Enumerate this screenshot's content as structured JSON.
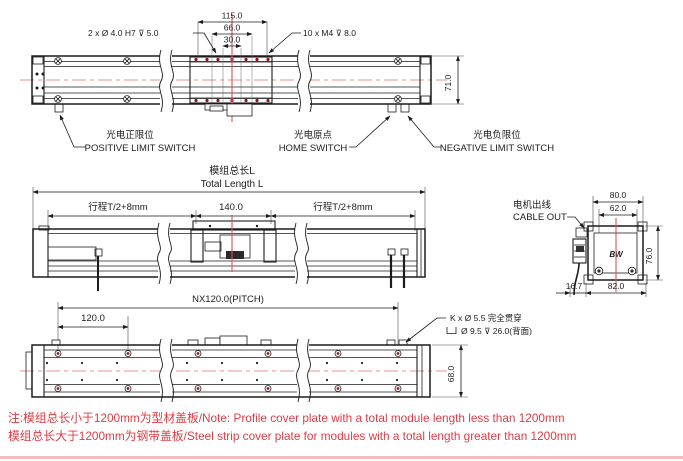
{
  "colors": {
    "line": "#1c1c1c",
    "centerline": "#ef9090",
    "accent_red": "#e05252",
    "hole_red": "#8f1616",
    "note_red": "#e23b43",
    "border_pink": "#f4bcc0"
  },
  "top_view": {
    "dim_115": "115.0",
    "dim_66": "66.0",
    "dim_30": "30.0",
    "dim_71": "71.0",
    "callout_dowel": "2 x  Ø 4.0 H7   ⊽ 5.0",
    "callout_tap": "10 x  M4   ⊽ 8.0",
    "positive_limit_zh": "光电正限位",
    "positive_limit_en": "POSITIVE LIMIT SWITCH",
    "home_zh": "光电原点",
    "home_en": "HOME  SWITCH",
    "negative_limit_zh": "光电负限位",
    "negative_limit_en": "NEGATIVE  LIMIT  SWITCH"
  },
  "side_view": {
    "total_length_zh": "模组总长L",
    "total_length_en": "Total Length L",
    "stroke_left": "行程T/2+8mm",
    "carriage_length": "140.0",
    "stroke_right": "行程T/2+8mm",
    "pitch": "NX120.0(PITCH)",
    "first_pitch": "120.0"
  },
  "bottom_view": {
    "dim_68": "68.0",
    "hole_callout_line1": "K x   Ø 5.5 完全贯穿",
    "hole_callout_line2": "Ø 9.5   ⊽ 26.0(背面)"
  },
  "end_view": {
    "cable_out_zh": "电机出线",
    "cable_out_en": "CABLE OUT",
    "logo": "BW",
    "dim_80": "80.0",
    "dim_62": "62.0",
    "dim_76": "76.0",
    "dim_16_7": "16.7",
    "dim_82": "82.0"
  },
  "notes": {
    "line1": "注:模组总长小于1200mm为型材盖板/Note: Profile cover plate with a total module length less than 1200mm",
    "line2": "模组总长大于1200mm为钢带盖板/Steel strip cover plate for modules with a total length greater than 1200mm"
  }
}
